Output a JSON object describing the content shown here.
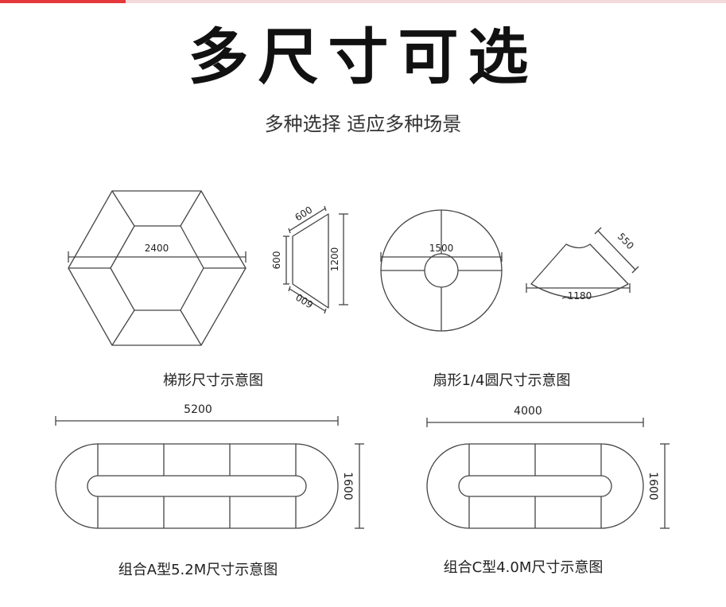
{
  "header": {
    "title": "多尺寸可选",
    "subtitle": "多种选择 适应多种场景"
  },
  "diagrams": {
    "hexagon": {
      "width_label": "2400"
    },
    "trapezoid": {
      "top_label": "600",
      "left_label": "600",
      "right_label": "1200",
      "bottom_label": "600"
    },
    "circle": {
      "diameter_label": "1500"
    },
    "sector": {
      "depth_label": "550",
      "arc_label": "1180"
    },
    "combo_a": {
      "width_label": "5200",
      "height_label": "1600"
    },
    "combo_c": {
      "width_label": "4000",
      "height_label": "1600"
    }
  },
  "captions": {
    "trapezoid": "梯形尺寸示意图",
    "sector": "扇形1/4圆尺寸示意图",
    "combo_a": "组合A型5.2M尺寸示意图",
    "combo_c": "组合C型4.0M尺寸示意图"
  },
  "colors": {
    "accent": "#e5383b",
    "line": "#444444"
  }
}
